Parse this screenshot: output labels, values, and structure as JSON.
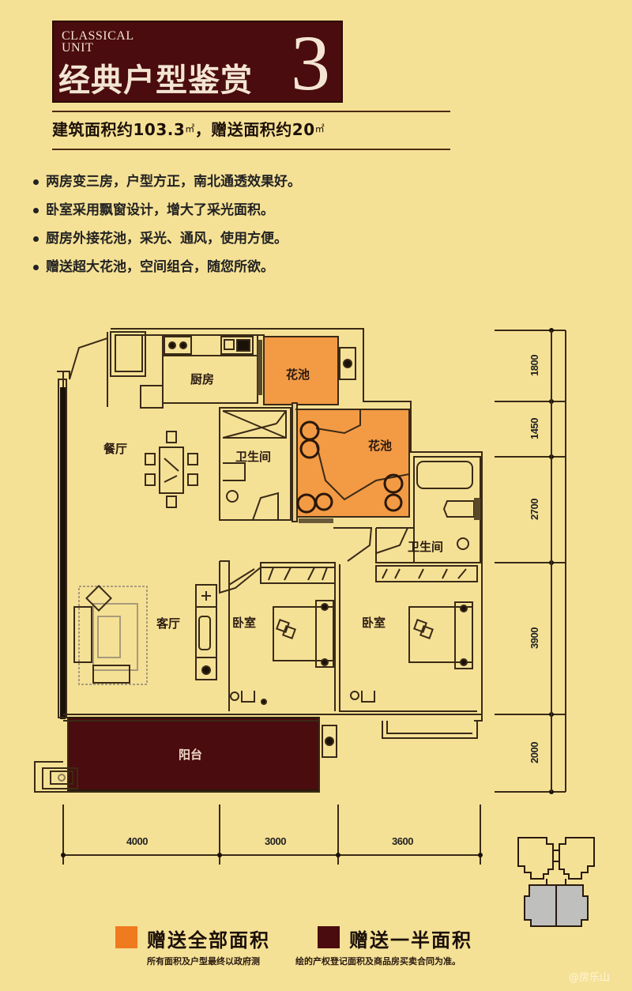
{
  "header": {
    "title_en_line1": "CLASSICAL",
    "title_en_line2": "UNIT",
    "title_zh": "经典户型鉴赏",
    "unit_number": "3"
  },
  "area_summary": {
    "built_area_label": "建筑面积约",
    "built_area_value": "103.3",
    "unit": "㎡",
    "separator": "，",
    "gift_area_label": "赠送面积约",
    "gift_area_value": "20"
  },
  "features": [
    "两房变三房，户型方正，南北通透效果好。",
    "卧室采用飘窗设计，增大了采光面积。",
    "厨房外接花池，采光、通风，使用方便。",
    "赠送超大花池，空间组合，随您所欲。"
  ],
  "rooms": {
    "kitchen": "厨房",
    "planter_1": "花池",
    "planter_2": "花池",
    "dining": "餐厅",
    "bathroom_1": "卫生间",
    "bathroom_2": "卫生间",
    "living": "客厅",
    "bedroom_1": "卧室",
    "bedroom_2": "卧室",
    "balcony": "阳台"
  },
  "dimensions": {
    "vertical": [
      "1800",
      "1450",
      "2700",
      "3900",
      "2000"
    ],
    "horizontal": [
      "4000",
      "3000",
      "3600"
    ]
  },
  "legend": {
    "items": [
      {
        "label": "赠送全部面积",
        "color": "#f07a1e"
      },
      {
        "label": "赠送一半面积",
        "color": "#4a0c0e"
      }
    ],
    "note_left": "所有面积及户型最终以政府测",
    "note_right": "绘的产权登记面积及商品房买卖合同为准。"
  },
  "colors": {
    "background": "#f5e196",
    "maroon": "#4a0c0e",
    "planter_orange": "#f39a45",
    "wall": "#3a2a16"
  },
  "watermark": "@房乐山"
}
